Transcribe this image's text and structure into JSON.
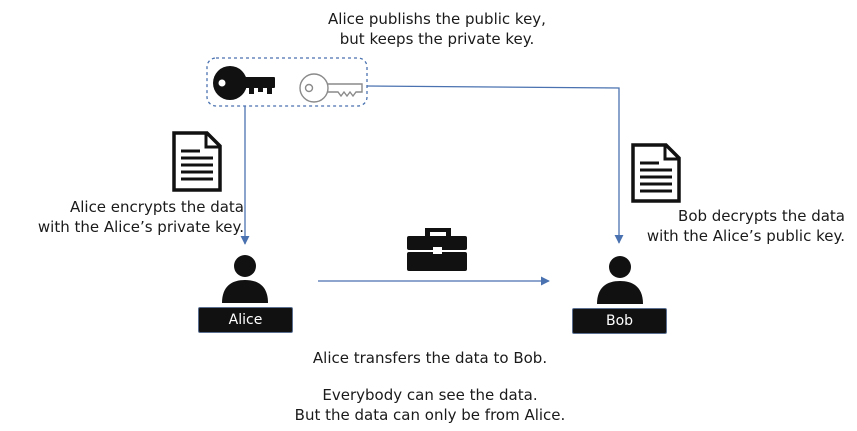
{
  "captions": {
    "top_line1": "Alice publishs the public key,",
    "top_line2": "but keeps the private key.",
    "encrypt_line1": "Alice encrypts the data",
    "encrypt_line2": "with the Alice’s private key.",
    "decrypt_line1": "Bob decrypts the data",
    "decrypt_line2": "with the Alice’s public key.",
    "transfer": "Alice transfers the data to Bob.",
    "bottom_line1": "Everybody can see the data.",
    "bottom_line2": "But the data can only be from Alice."
  },
  "actors": {
    "alice": {
      "label": "Alice",
      "icon": "person-icon"
    },
    "bob": {
      "label": "Bob",
      "icon": "person-icon"
    }
  },
  "icons": {
    "private_key": "private-key-icon",
    "public_key": "public-key-icon",
    "document": "document-icon",
    "briefcase": "briefcase-icon"
  },
  "colors": {
    "arrow": "#4a72b0",
    "key_group_border": "#4a72b0",
    "label_background": "#111111",
    "label_border": "#5b6f90",
    "icon_fill": "#111111",
    "public_key_stroke": "#8a8a8a"
  }
}
